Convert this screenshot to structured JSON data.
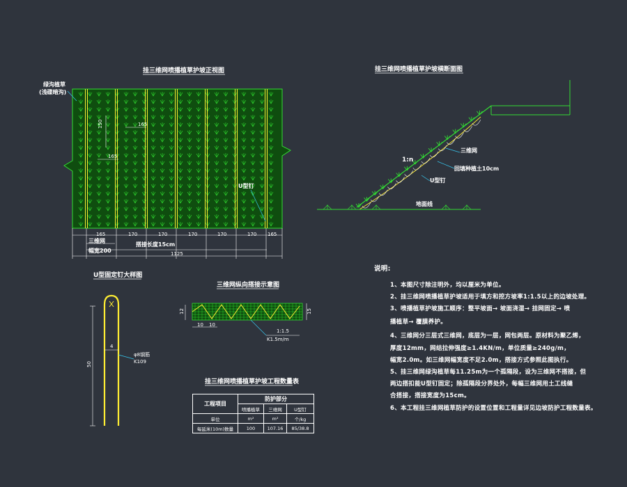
{
  "titles": {
    "front_view": "挂三维网喷播植草护坡正视图",
    "cross_section": "挂三维网喷播植草护坡横断面图",
    "u_nail": "U型固定钉大样图",
    "net_detail": "三维网纵向搭接示意图",
    "quantity_table": "挂三维网喷播植草护坡工程数量表"
  },
  "front_view": {
    "left_label_line1": "绿沟植草",
    "left_label_line2": "(浅碟暗沟)",
    "u_nail_label": "U型钉",
    "spacing_v": "150",
    "spacing_h1": "165",
    "spacing_h2": "165",
    "bottom_dims": [
      "165",
      "170",
      "170",
      "170",
      "170",
      "170",
      "165"
    ],
    "net_label": "三维网",
    "overlap_label": "搭接长度15cm",
    "width_label": "幅宽200",
    "total_width": "1125"
  },
  "cross_section": {
    "slope_ratio": "1:n",
    "net_label": "三维网",
    "soil_label": "回填种植土10cm",
    "nail_label": "U型钉",
    "ground_label": "地面线"
  },
  "u_nail": {
    "height": "50",
    "gap": "4",
    "rod_label_line1": "φ8钢筋",
    "rod_label_line2": "K109"
  },
  "net_detail": {
    "dim_left": "10",
    "dim_right": "10",
    "side_left": "12",
    "side_right": "15",
    "slope_note_1": "1:1.5",
    "slope_note_2": "K1.5m/m"
  },
  "table": {
    "col_item": "工程项目",
    "col_group": "防护部分",
    "sub_cols": [
      "喷播植草",
      "三维网",
      "U型钉"
    ],
    "row_unit_label": "单位",
    "units": [
      "m²",
      "m²",
      "个/kg"
    ],
    "row_qty_label": "每延米(10m)数量",
    "values": [
      "100",
      "107.16",
      "85/38.8"
    ]
  },
  "notes": {
    "heading": "说明:",
    "lines": [
      "1、本图尺寸除注明外，均以厘米为单位。",
      "2、挂三维网喷播植草护坡适用于填方和挖方坡率1:1.5以上的边坡处理。",
      "3、喷播植草护坡施工顺序：整平坡面→  坡面浇湿→  挂网固定→  喷",
      "    播植草→  覆膜养护。",
      "4、三维网分三层式三维网，底层为一层，网包两层。原材料为聚乙烯，",
      "    厚度12mm，网结拉伸强度≥1.4KN/m，单位质量≥240g/m，",
      "    幅宽2.0m。如三维网幅宽度不足2.0m，搭接方式参照此图执行。",
      "5、挂三维网绿沟植草每11.25m为一个孤隔段，设为三维网不搭接，但",
      "    两边搭扣能U型钉固定；除孤隔段分界处外，每幅三维网用土工线缝",
      "    合搭接，搭接宽度为15cm。",
      "6、本工程挂三维网植草防护的设置位置和工程量详见边坡防护工程数量表。"
    ]
  },
  "colors": {
    "background": "#2f343d",
    "grass_fill": "#0f4d0f",
    "grass_mark": "#2ed52e",
    "line_yellow": "#ffee33",
    "line_white": "#ffffff",
    "line_green": "#33dd33",
    "leader_cyan": "#38c8f0"
  }
}
